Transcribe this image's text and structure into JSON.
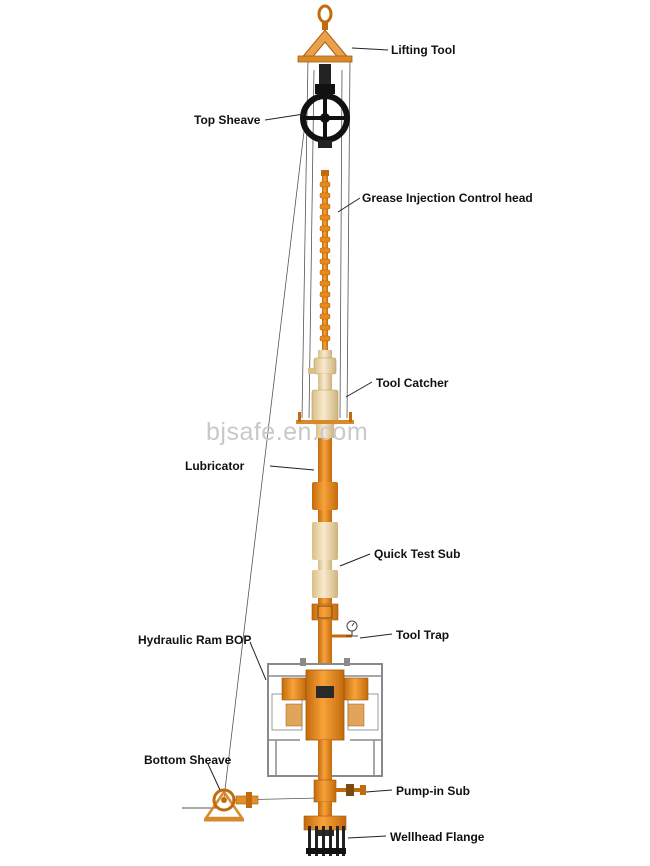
{
  "labels": {
    "lifting_tool": "Lifting Tool",
    "top_sheave": "Top Sheave",
    "grease_head": "Grease Injection Control head",
    "tool_catcher": "Tool Catcher",
    "lubricator": "Lubricator",
    "quick_test_sub": "Quick Test Sub",
    "tool_trap": "Tool Trap",
    "hydraulic_ram_bop": "Hydraulic Ram BOP",
    "bottom_sheave": "Bottom Sheave",
    "pump_in_sub": "Pump-in Sub",
    "wellhead_flange": "Wellhead Flange"
  },
  "watermark": "bjsafe.en.com",
  "colors": {
    "orange": "#f0901e",
    "orange_dark": "#c46a0c",
    "cream": "#f2ddb0",
    "gray_frame": "#8a8a8a",
    "black": "#111111"
  }
}
